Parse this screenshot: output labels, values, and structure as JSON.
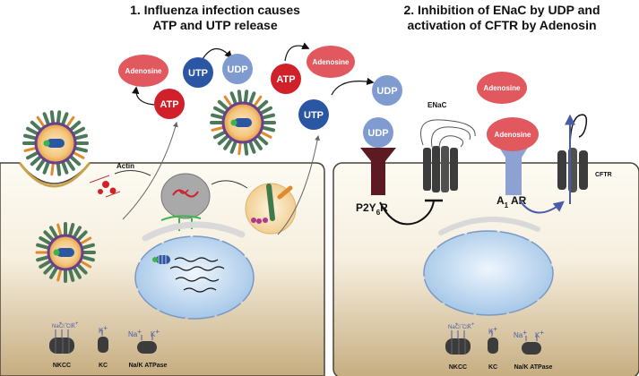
{
  "titles": {
    "left_line1": "1. Influenza  infection causes",
    "left_line2": "ATP and UTP release",
    "right_line1": "2. Inhibition of ENaC by UDP and",
    "right_line2": "activation of CFTR by Adenosin"
  },
  "molecules": {
    "adenosine": "Adenosine",
    "atp": "ATP",
    "utp": "UTP",
    "udp": "UDP"
  },
  "labels": {
    "actin": "Actin",
    "enac": "ENaC",
    "p2y6r_main": "P2Y",
    "p2y6r_sub": "6",
    "p2y6r_tail": "R",
    "a1ar_main": "A",
    "a1ar_sub": "1",
    "a1ar_tail": " AR",
    "cftr": "CFTR"
  },
  "transporters": {
    "nkcc": "NKCC",
    "kc": "KC",
    "nak_atpase": "Na/K ATPase"
  },
  "ions": {
    "na": "Na",
    "k": "K",
    "cl": "Cl",
    "plus": "+",
    "minus": "−"
  },
  "colors": {
    "adenosine": "#e2585f",
    "atp": "#d0202a",
    "utp": "#2b56a3",
    "udp": "#7f9bd0",
    "cell_gradient_top": "#fdfbf4",
    "cell_gradient_bottom": "#c9b184",
    "cell_border": "#4a4337",
    "spike_green": "#4c7a58",
    "nucleus": "#cfe1f3",
    "p2y6r": "#5e1a22",
    "a1ar": "#8da2d2",
    "channel_gray": "#3c3c3c",
    "arrow_blue": "#4a5ba8"
  }
}
